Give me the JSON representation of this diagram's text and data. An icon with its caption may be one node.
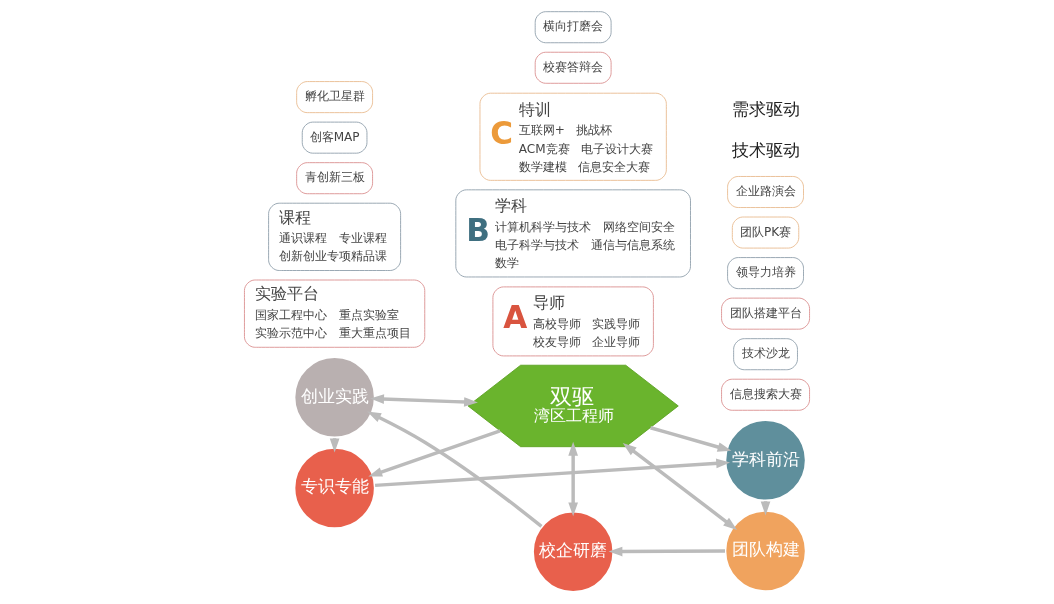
{
  "diagram": {
    "nodes": [
      {
        "text": [
          "专识专能"
        ]
      },
      {
        "text": [
          "学科前沿"
        ]
      },
      {
        "text": [
          "团队构建"
        ]
      },
      {
        "text": [
          "校企研磨"
        ]
      },
      {
        "text": [
          "创业实践"
        ]
      },
      {
        "text": [
          "双驱",
          "湾区工程师"
        ]
      },
      {
        "text": [
          "A",
          "导师",
          "高校导师",
          "实践导师",
          "校友导师",
          "企业导师"
        ]
      },
      {
        "text": [
          "B",
          "学科",
          "计算机科学与技术",
          "网络空间安全",
          "电子科学与技术",
          "通信与信息系统",
          "数学"
        ]
      },
      {
        "text": [
          "C",
          "特训",
          "互联网+",
          "挑战杯",
          "ACM竞赛",
          "电子设计大赛",
          "数学建模",
          "信息安全大赛"
        ]
      },
      {
        "text": [
          "实验平台",
          "国家工程中心",
          "重点实验室",
          "实验示范中心",
          "重大重点项目"
        ]
      },
      {
        "text": [
          "课程",
          "通识课程",
          "专业课程",
          "创新创业专项精品课"
        ]
      },
      {
        "text": [
          "信息搜索大赛"
        ]
      },
      {
        "text": [
          "技术沙龙"
        ]
      },
      {
        "text": [
          "团队搭建平台"
        ]
      },
      {
        "text": [
          "领导力培养"
        ]
      },
      {
        "text": [
          "团队PK赛"
        ]
      },
      {
        "text": [
          "企业路演会"
        ]
      },
      {
        "text": [
          "校赛答辩会"
        ]
      },
      {
        "text": [
          "横向打磨会"
        ]
      },
      {
        "text": [
          "青创新三板"
        ]
      },
      {
        "text": [
          "创客MAP"
        ]
      },
      {
        "text": [
          "孵化卫星群"
        ]
      }
    ],
    "edges": [
      {
        "from": 0,
        "to": 1,
        "arrow": "to"
      },
      {
        "from": 1,
        "to": 2,
        "arrow": "to"
      },
      {
        "from": 2,
        "to": 3,
        "arrow": "to"
      },
      {
        "from": 3,
        "to": 4,
        "arrow": "to"
      },
      {
        "from": 4,
        "to": 0,
        "arrow": "to"
      },
      {
        "from": 5,
        "to": 0,
        "arrow": "to"
      },
      {
        "from": 5,
        "to": 1,
        "arrow": "to"
      },
      {
        "from": 5,
        "to": 2,
        "arrow": "both"
      },
      {
        "from": 5,
        "to": 3,
        "arrow": "both"
      },
      {
        "from": 5,
        "to": 4,
        "arrow": "both"
      }
    ],
    "labels": [
      "技术驱动",
      "需求驱动"
    ]
  }
}
